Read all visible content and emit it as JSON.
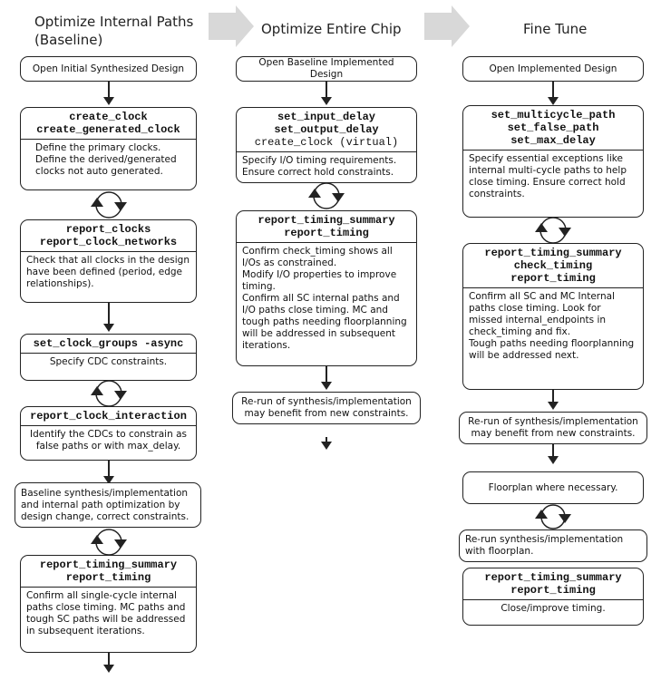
{
  "columns": [
    {
      "title_line1": "Optimize Internal Paths",
      "title_line2": "(Baseline)",
      "open": "Open Initial Synthesized Design",
      "b1_cmds": "create_clock\ncreate_generated_clock",
      "b1_text": "Define the primary clocks.\nDefine the derived/generated clocks not auto generated.",
      "b2_cmds": "report_clocks\nreport_clock_networks",
      "b2_text": "Check that all clocks in the design have been defined (period, edge relationships).",
      "b3_cmds": "set_clock_groups -async",
      "b3_text": "Specify CDC constraints.",
      "b4_cmds": "report_clock_interaction",
      "b4_text": "Identify the CDCs to constrain as false paths or with max_delay.",
      "baseline": "Baseline synthesis/implementation and internal path optimization by design change, correct constraints.",
      "b5_cmds": "report_timing_summary\nreport_timing",
      "b5_text": "Confirm all single-cycle internal paths close timing. MC paths and tough SC paths will be addressed in subsequent iterations."
    },
    {
      "title": "Optimize Entire Chip",
      "open": "Open Baseline Implemented Design",
      "b1_cmds": "set_input_delay\nset_output_delay",
      "b1_cmds_light": "create_clock (virtual)",
      "b1_text": "Specify I/O timing requirements. Ensure correct hold constraints.",
      "b2_cmds": "report_timing_summary\nreport_timing",
      "b2_text": "Confirm check_timing shows all I/Os as constrained.\nModify I/O properties to improve timing.\nConfirm all SC internal paths and I/O paths close timing. MC and tough paths needing floorplanning will be addressed in subsequent iterations.",
      "rerun": "Re-run of synthesis/implementation may benefit from new constraints."
    },
    {
      "title": "Fine Tune",
      "open": "Open Implemented Design",
      "b1_cmds": "set_multicycle_path\nset_false_path\nset_max_delay",
      "b1_text": "Specify essential exceptions like internal multi-cycle paths to help close timing. Ensure correct hold constraints.",
      "b2_cmds": "report_timing_summary\ncheck_timing\nreport_timing",
      "b2_text": "Confirm all SC and MC Internal paths close timing. Look for missed internal_endpoints in check_timing and fix.\nTough paths needing floorplanning will be addressed next.",
      "rerun": "Re-run of synthesis/implementation may benefit from new constraints.",
      "floorplan": "Floorplan where necessary.",
      "rerun_fp": "Re-run synthesis/implementation with floorplan.",
      "b3_cmds": "report_timing_summary\nreport_timing",
      "b3_text": "Close/improve timing."
    }
  ],
  "colors": {
    "line": "#222222",
    "chevron": "#d8d8d8",
    "bg": "#ffffff"
  }
}
